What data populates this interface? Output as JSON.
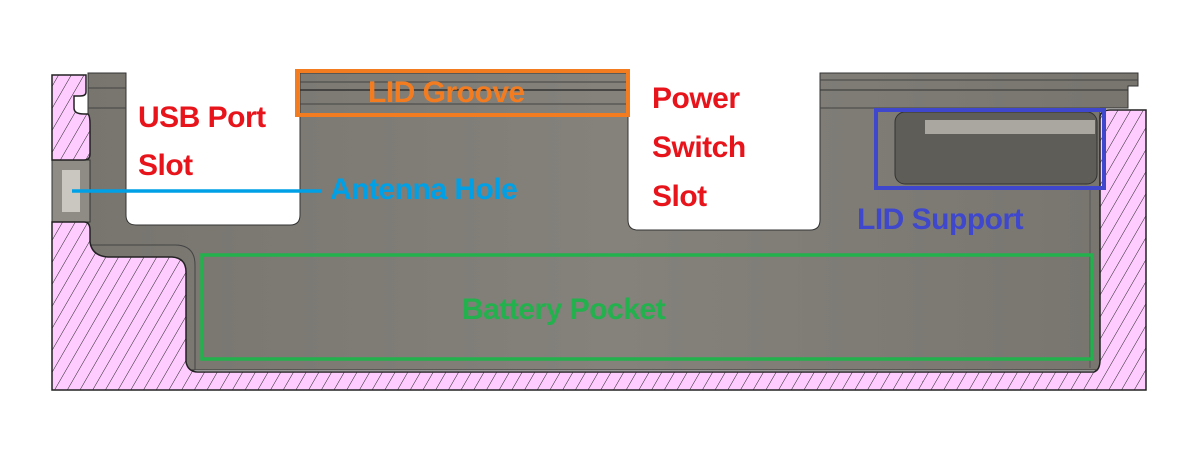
{
  "colors": {
    "section_fill": "#ffccff",
    "body_gray": "#7d7b74",
    "usb_label": "#e8141c",
    "power_label": "#e8141c",
    "lid_groove": "#f47c20",
    "antenna": "#00a0e6",
    "lid_support": "#3f48cc",
    "battery_pocket": "#22b14c"
  },
  "labels": {
    "usb_port_line1": "USB Port",
    "usb_port_line2": "Slot",
    "lid_groove": "LID Groove",
    "power_line1": "Power",
    "power_line2": "Switch",
    "power_line3": "Slot",
    "antenna_hole": "Antenna Hole",
    "lid_support": "LID Support",
    "battery_pocket": "Battery Pocket"
  }
}
